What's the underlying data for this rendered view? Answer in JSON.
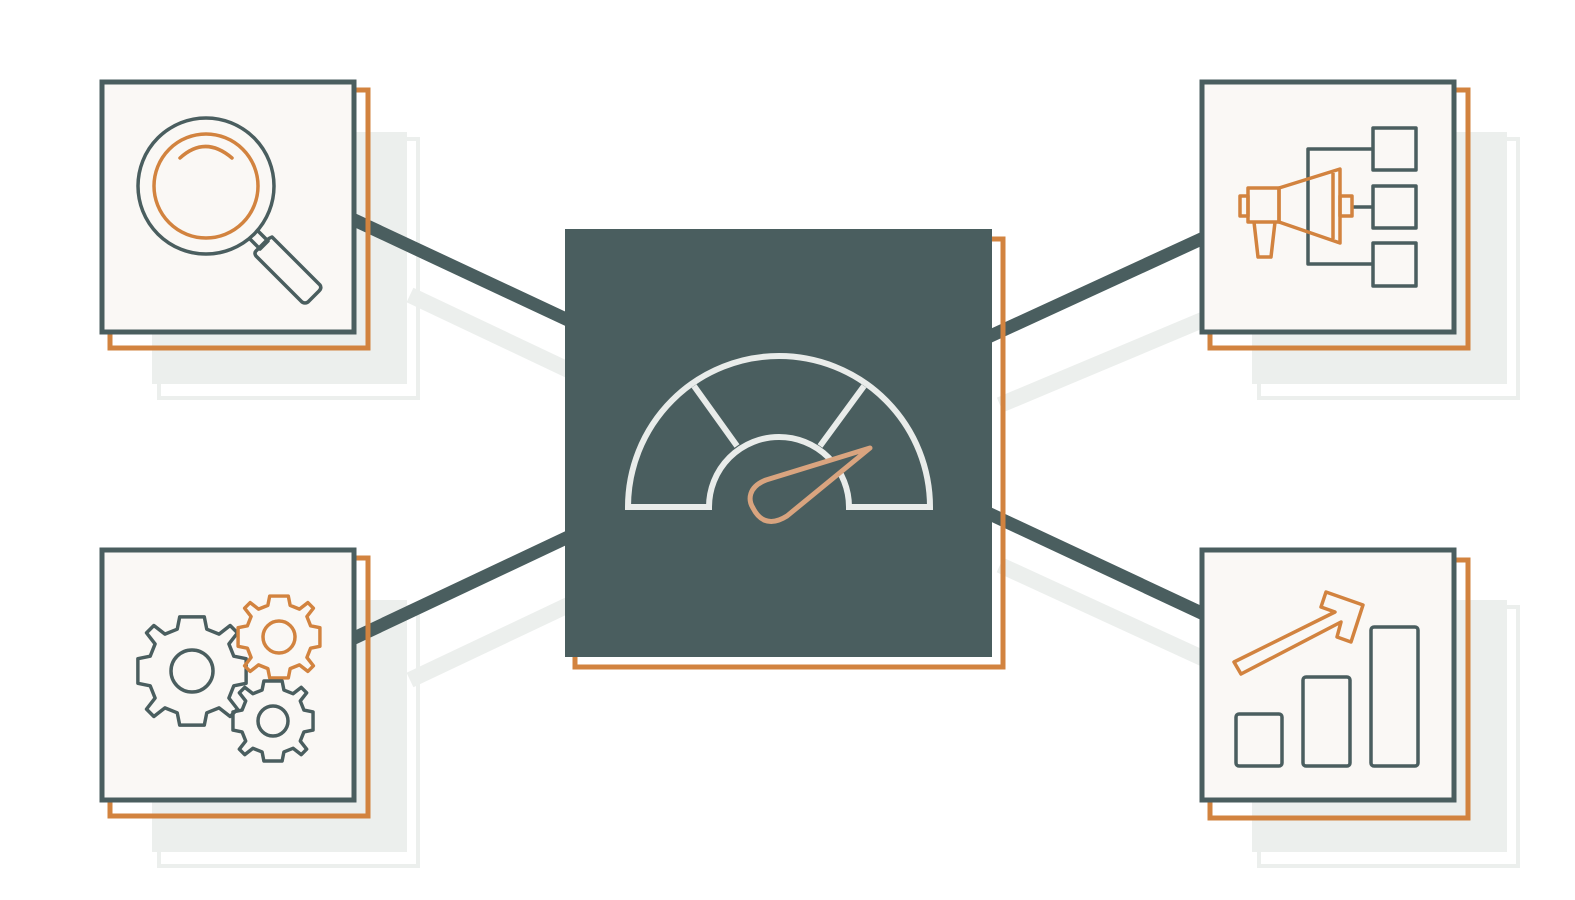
{
  "colors": {
    "background": "#ffffff",
    "slate": "#4a5e5f",
    "orange": "#d2833f",
    "needle": "#d9a47f",
    "tile_fill": "#faf8f5",
    "shadow": "#ecefed",
    "gauge_line": "#e9ecea"
  },
  "diagram": {
    "hub": {
      "icon": "speedometer-gauge-icon"
    },
    "nodes": [
      {
        "id": "research",
        "icon": "magnifying-glass-icon"
      },
      {
        "id": "marketing",
        "icon": "megaphone-org-chart-icon"
      },
      {
        "id": "operations",
        "icon": "gears-icon"
      },
      {
        "id": "growth",
        "icon": "bar-chart-growth-icon"
      }
    ],
    "connections": [
      {
        "from": "hub",
        "to": "research"
      },
      {
        "from": "hub",
        "to": "marketing"
      },
      {
        "from": "hub",
        "to": "operations"
      },
      {
        "from": "hub",
        "to": "growth"
      }
    ]
  }
}
